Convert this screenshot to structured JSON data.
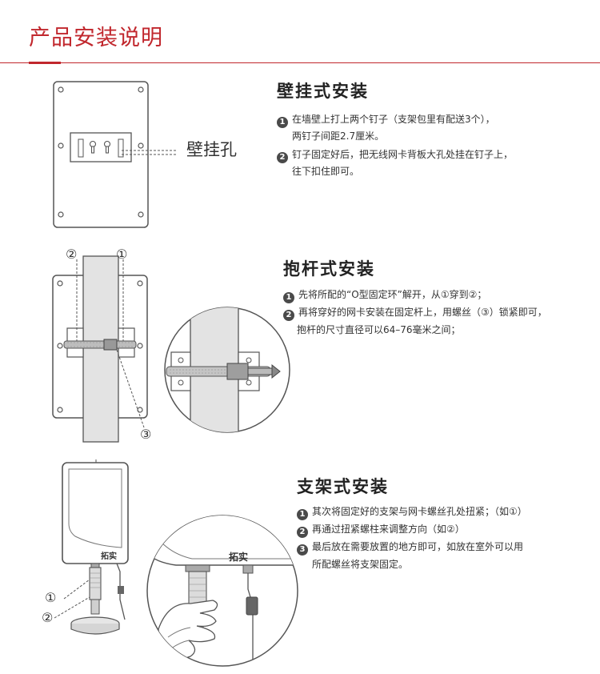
{
  "page": {
    "title": "产品安装说明"
  },
  "wall": {
    "heading": "壁挂式安装",
    "hole_label": "壁挂孔",
    "steps": [
      {
        "num": "1",
        "text": "在墙壁上打上两个钉子（支架包里有配送3个），",
        "cont": "两钉子间距2.7厘米。"
      },
      {
        "num": "2",
        "text": "钉子固定好后，把无线网卡背板大孔处挂在钉子上，",
        "cont": "往下扣住即可。"
      }
    ]
  },
  "pole": {
    "heading": "抱杆式安装",
    "markers": [
      "②",
      "①",
      "③"
    ],
    "steps": [
      {
        "num": "1",
        "text": "先将所配的“O型固定环”解开，从①穿到②；",
        "cont": ""
      },
      {
        "num": "2",
        "text": "再将穿好的网卡安装在固定杆上，用螺丝（③）锁紧即可，",
        "cont": "抱杆的尺寸直径可以64–76毫米之间；"
      }
    ]
  },
  "stand": {
    "heading": "支架式安装",
    "brand": "拓实",
    "markers": [
      "①",
      "②"
    ],
    "steps": [
      {
        "num": "1",
        "text": "其次将固定好的支架与网卡螺丝孔处扭紧；（如①）",
        "cont": ""
      },
      {
        "num": "2",
        "text": "再通过扭紧螺柱来调整方向（如②）",
        "cont": ""
      },
      {
        "num": "3",
        "text": "最后放在需要放置的地方即可，如放在室外可以用",
        "cont": "所配螺丝将支架固定。"
      }
    ]
  }
}
